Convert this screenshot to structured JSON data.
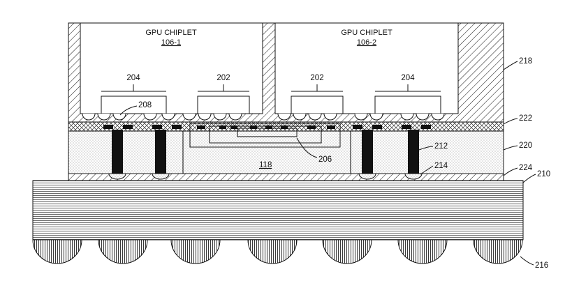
{
  "figure": {
    "chiplets": [
      {
        "title": "GPU CHIPLET",
        "ref": "106-1"
      },
      {
        "title": "GPU CHIPLET",
        "ref": "106-2"
      }
    ],
    "labels": {
      "ref_204_left": "204",
      "ref_202_left": "202",
      "ref_202_right": "202",
      "ref_204_right": "204",
      "ref_208": "208",
      "ref_206": "206",
      "ref_118": "118",
      "ref_212": "212",
      "ref_214": "214",
      "ref_218": "218",
      "ref_222": "222",
      "ref_220": "220",
      "ref_224": "224",
      "ref_210": "210",
      "ref_216": "216"
    }
  }
}
